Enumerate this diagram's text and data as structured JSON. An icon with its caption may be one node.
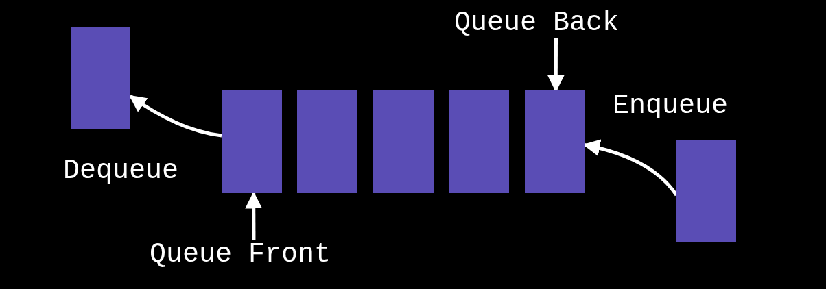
{
  "diagram": {
    "nodes": [
      {
        "text": [],
        "shape": "box"
      },
      {
        "text": [],
        "shape": "box"
      },
      {
        "text": [],
        "shape": "box"
      },
      {
        "text": [],
        "shape": "box"
      },
      {
        "text": [],
        "shape": "box"
      },
      {
        "text": [],
        "shape": "box"
      },
      {
        "text": [],
        "shape": "box"
      },
      {
        "text": [
          "Queue Back"
        ]
      },
      {
        "text": [
          "Queue Front"
        ]
      }
    ],
    "edges": [
      {
        "from": 1,
        "to": 0,
        "arrow": "to",
        "label": "Dequeue"
      },
      {
        "from": 6,
        "to": 5,
        "arrow": "to",
        "label": "Enqueue"
      },
      {
        "from": 7,
        "to": 5,
        "arrow": "to"
      },
      {
        "from": 8,
        "to": 1,
        "arrow": "to"
      }
    ]
  }
}
